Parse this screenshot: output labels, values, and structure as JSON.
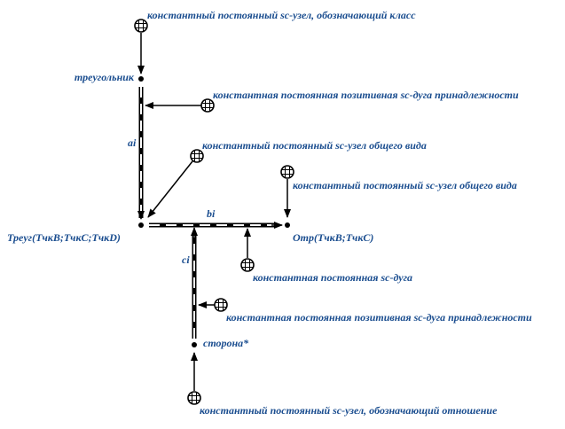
{
  "colors": {
    "text": "#1a4d8f",
    "stroke": "#000000",
    "background": "#ffffff"
  },
  "labels": {
    "class_node": "константный постоянный sc-узел, обозначающий класс",
    "triangle": "треугольник",
    "membership_arc_top": "константная постоянная позитивная sc-дуга принадлежности",
    "arc_ai": "ai",
    "general_node_1": "константный постоянный sc-узел общего вида",
    "general_node_2": "константный постоянный sc-узел общего вида",
    "triangle_instance": "Треуг(ТчкВ;ТчкС;ТчкD)",
    "arc_bi": "bi",
    "segment": "Отр(ТчкВ;ТчкС)",
    "arc_ci": "ci",
    "const_arc": "константная постоянная sc-дуга",
    "membership_arc_bottom": "константная постоянная позитивная sc-дуга принадлежности",
    "side": "сторона*",
    "relation_node": "константный постоянный sc-узел, обозначающий отношение"
  }
}
